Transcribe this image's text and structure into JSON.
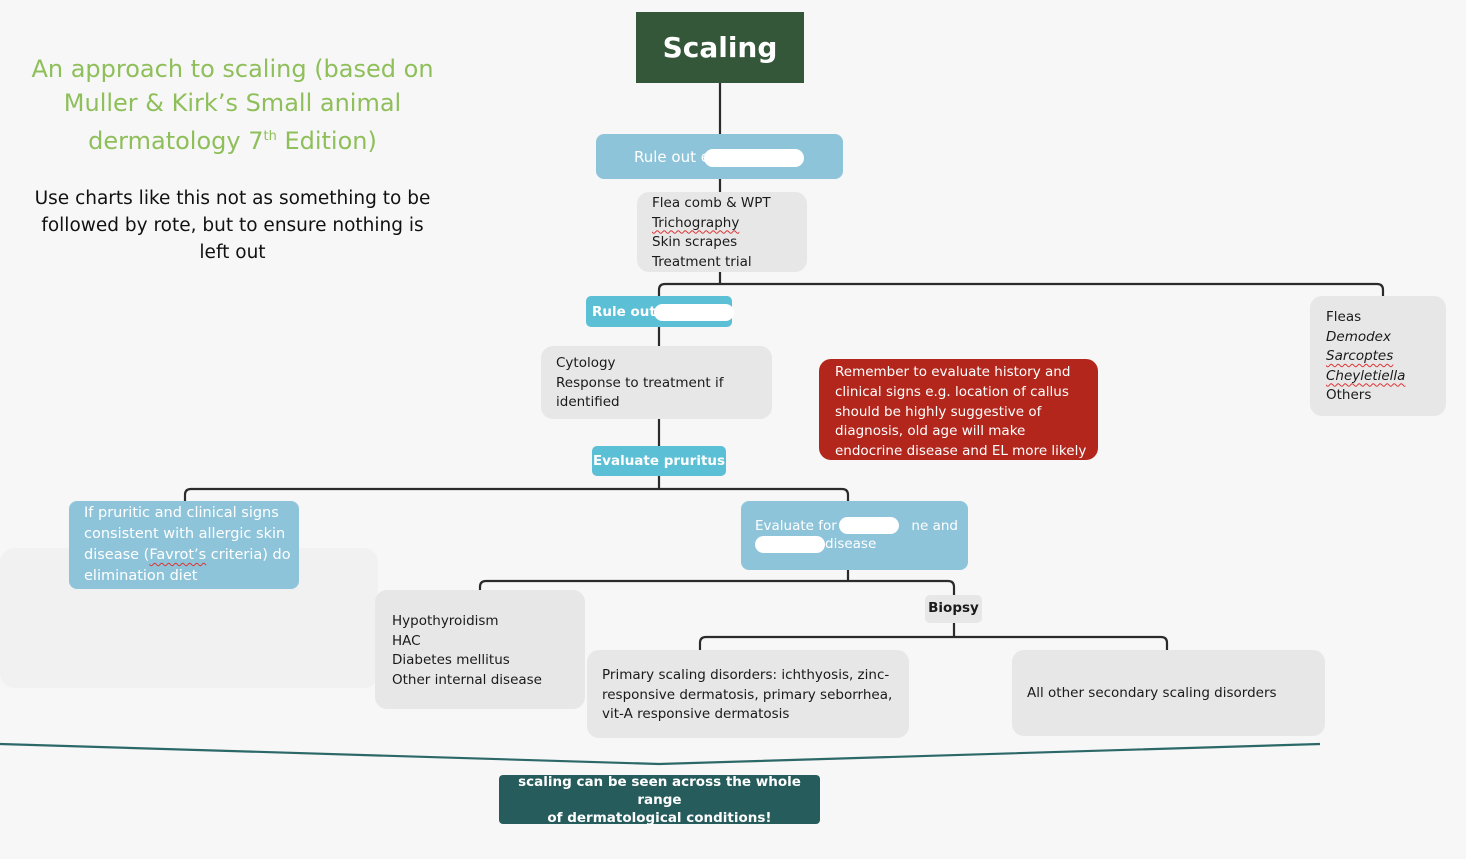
{
  "title": "Scaling",
  "heading": {
    "line1": "An approach to scaling (based on",
    "line2": "Muller & Kirk’s Small animal",
    "line3_pre": "dermatology 7",
    "line3_sup": "th",
    "line3_post": " Edition)"
  },
  "intro": {
    "line1": "Use charts like this not as something to be",
    "line2": "followed by rote, but to ensure nothing is",
    "line3": "left out"
  },
  "rule_out_ectoparasites": {
    "label": "Rule out e"
  },
  "ecto_tests": [
    "Flea comb & WPT",
    "Trichography",
    "Skin scrapes",
    "Treatment trial"
  ],
  "ecto_causes": [
    "Fleas",
    "Demodex",
    "Sarcoptes",
    "Cheyletiella",
    "Others"
  ],
  "rule_out_infection": {
    "label": "Rule out"
  },
  "infection_tests": {
    "line1": "Cytology",
    "line2": "Response to treatment if",
    "line3": "identified"
  },
  "reminder": {
    "line1": "Remember to evaluate history and",
    "line2": "clinical signs e.g. location of callus",
    "line3": "should be highly suggestive of",
    "line4": "diagnosis, old age will make",
    "line5": "endocrine disease and EL more likely"
  },
  "evaluate_pruritus": {
    "label": "Evaluate pruritus"
  },
  "pruritic_branch": {
    "line1": "If pruritic and clinical signs",
    "line2": "consistent with allergic skin",
    "line3_pre": "disease (",
    "line3_word": "Favrot’s",
    "line3_post": " criteria) do",
    "line4": "elimination diet"
  },
  "evaluate_endocrine": {
    "line1_pre": "Evaluate for e",
    "line1_post": "ne and",
    "line2_post": "disease"
  },
  "endocrine_list": [
    "Hypothyroidism",
    "HAC",
    "Diabetes mellitus",
    "Other internal disease"
  ],
  "biopsy": {
    "label": "Biopsy"
  },
  "primary_scaling": {
    "line1": "Primary scaling disorders: ichthyosis, zinc-",
    "line2": "responsive dermatosis, primary seborrhea,",
    "line3": "vit-A responsive dermatosis"
  },
  "secondary_scaling": {
    "label": "All other secondary scaling disorders"
  },
  "footer": {
    "line1": "scaling can be seen across the whole range",
    "line2": "of dermatological conditions!"
  },
  "colors": {
    "title_bg": "#34573a",
    "heading_text": "#8fbf5a",
    "node_blue": "#8ec4da",
    "node_teal": "#5bbfd6",
    "node_grey": "#e7e7e7",
    "reminder_red": "#b3261c",
    "footer_bg": "#265c5c",
    "connector": "#2b2b2b"
  }
}
